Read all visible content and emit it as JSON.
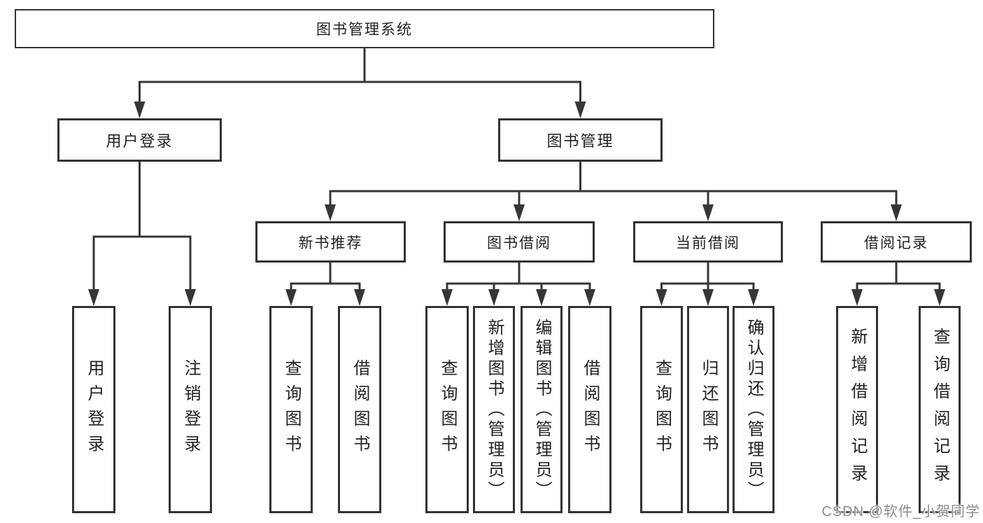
{
  "tree": {
    "root": {
      "label": "图书管理系统",
      "children": [
        {
          "label": "用户登录",
          "children": [
            {
              "label": "用户登录"
            },
            {
              "label": "注销登录"
            }
          ]
        },
        {
          "label": "图书管理",
          "children": [
            {
              "label": "新书推荐",
              "children": [
                {
                  "label": "查询图书"
                },
                {
                  "label": "借阅图书"
                }
              ]
            },
            {
              "label": "图书借阅",
              "children": [
                {
                  "label": "查询图书"
                },
                {
                  "label": "新增图书（管理员）"
                },
                {
                  "label": "编辑图书（管理员）"
                },
                {
                  "label": "借阅图书"
                }
              ]
            },
            {
              "label": "当前借阅",
              "children": [
                {
                  "label": "查询图书"
                },
                {
                  "label": "归还图书"
                },
                {
                  "label": "确认归还（管理员）"
                }
              ]
            },
            {
              "label": "借阅记录",
              "children": [
                {
                  "label": "新增借阅记录"
                },
                {
                  "label": "查询借阅记录"
                }
              ]
            }
          ]
        }
      ]
    }
  },
  "watermark": {
    "text": "CSDN @软件_小贺同学"
  },
  "colors": {
    "line": "#363636",
    "box_border": "#333333",
    "text": "#222222",
    "background": "#ffffff",
    "watermark": "#8c8c8c"
  }
}
